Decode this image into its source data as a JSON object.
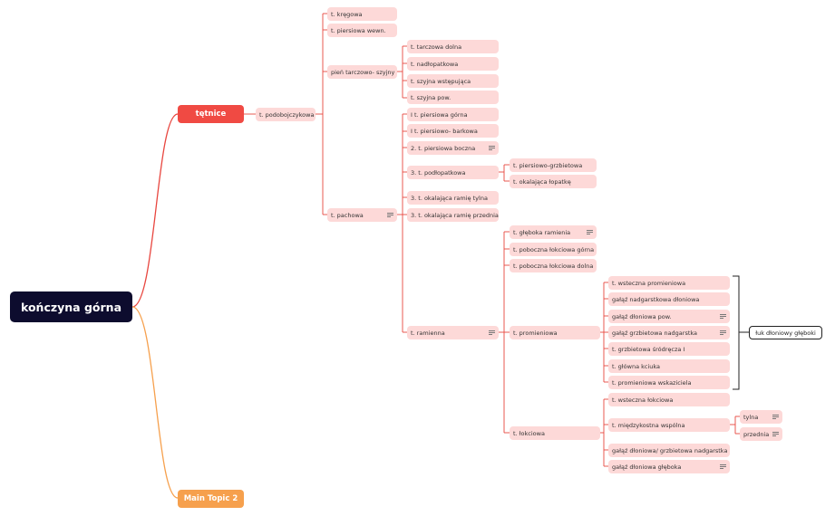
{
  "root": "kończyna górna",
  "main_topics": [
    "tętnice",
    "Main Topic 2"
  ],
  "colors": {
    "root_bg": "#0d0c2e",
    "arteries": "#f04a43",
    "topic2": "#f6a04d",
    "node_bg": "#fdd9d8",
    "line_red": "#e8463f",
    "line_orange": "#f6a04d"
  },
  "nodes": {
    "n1": "t. podobojczykowa",
    "n2": "t. kręgowa",
    "n3": "t. piersiowa wewn.",
    "n4": "pień tarczowo- szyjny",
    "n5": "t. tarczowa dolna",
    "n6": "t. nadłopatkowa",
    "n7": "t. szyjna wstępująca",
    "n8": "t. szyjna pow.",
    "n9": "t. pachowa",
    "n10": "I t. piersiowa górna",
    "n11": "I t. piersiowo- barkowa",
    "n12": "2. t. piersiowa boczna",
    "n13": "3. t. podłopatkowa",
    "n14": "t. piersiowo-grzbietowa",
    "n15": "t. okalająca łopatkę",
    "n16": "3. t. okalająca ramię tylna",
    "n17": "3. t. okalająca ramię przednia",
    "n18": "t. ramienna",
    "n19": "t. głęboka ramienia",
    "n20": "t. poboczna łokciowa górna",
    "n21": "t. poboczna łokciowa dolna",
    "n22": "t. promieniowa",
    "n23": "t. wsteczna promieniowa",
    "n24": "gałąź nadgarstkowa dłoniowa",
    "n25": "gałąź dłoniowa pow.",
    "n26": "gałąź grzbietowa nadgarstka",
    "n27": "t. grzbietowa śródręcza I",
    "n28": "t. główna kciuka",
    "n29": "t. promieniowa wskaziciela",
    "n30": "t. łokciowa",
    "n31": "t. wsteczna łokciowa",
    "n32": "t. międzykostna wspólna",
    "n33": "tylna",
    "n34": "przednia",
    "n35": "gałąź dłoniowa/ grzbietowa nadgarstka",
    "n36": "gałąź dłoniowa głęboka"
  },
  "summary": "łuk dłoniowy głęboki"
}
